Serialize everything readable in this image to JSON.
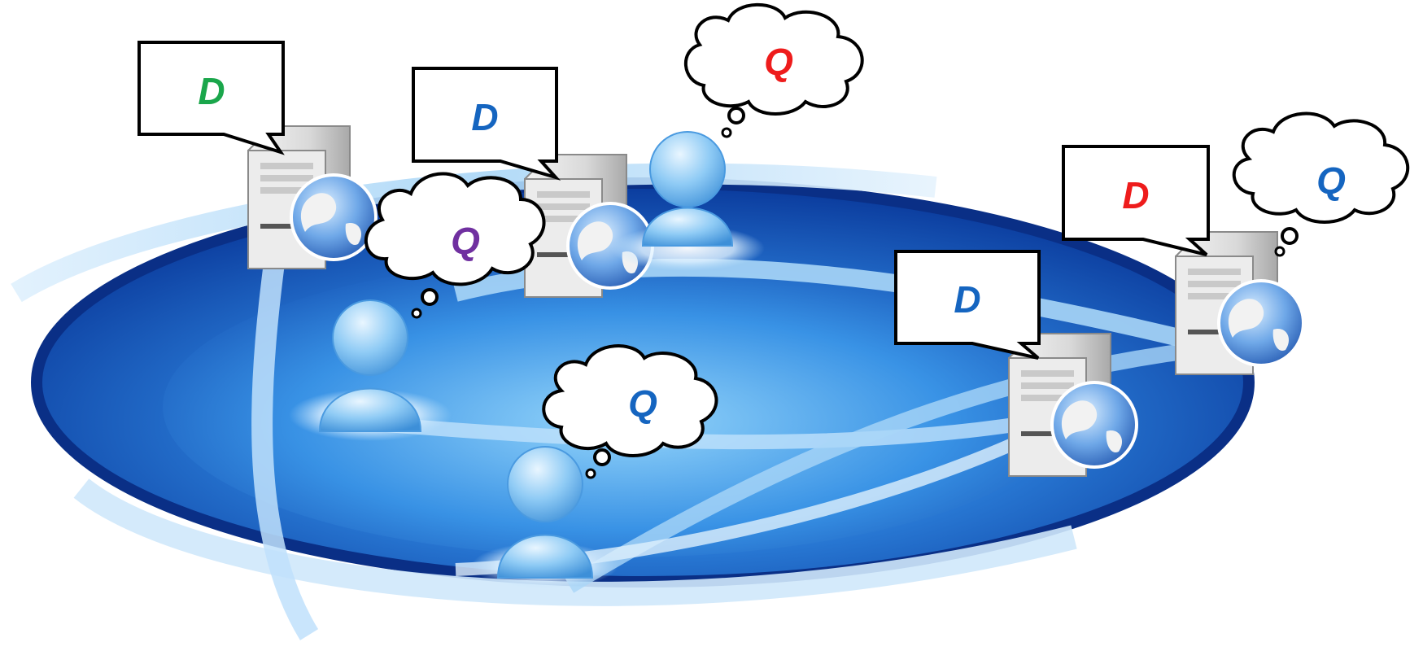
{
  "colors": {
    "green": "#1aa64b",
    "blue": "#1565c0",
    "red": "#ee1c1c",
    "purple": "#7030a0",
    "platform_dark": "#0a2f86",
    "platform_mid": "#1f5fc4",
    "platform_light": "#74c2f5",
    "ring": "#cfe8fb"
  },
  "servers": [
    {
      "id": "server-1",
      "doc_label": "D",
      "doc_color": "green"
    },
    {
      "id": "server-2",
      "doc_label": "D",
      "doc_color": "blue"
    },
    {
      "id": "server-3",
      "doc_label": "D",
      "doc_color": "blue"
    },
    {
      "id": "server-4",
      "doc_label": "D",
      "doc_color": "red"
    }
  ],
  "users": [
    {
      "id": "user-1",
      "query_label": "Q",
      "query_color": "purple"
    },
    {
      "id": "user-2",
      "query_label": "Q",
      "query_color": "red"
    },
    {
      "id": "user-3",
      "query_label": "Q",
      "query_color": "blue"
    },
    {
      "id": "user-4",
      "query_label": "Q",
      "query_color": "blue"
    }
  ]
}
